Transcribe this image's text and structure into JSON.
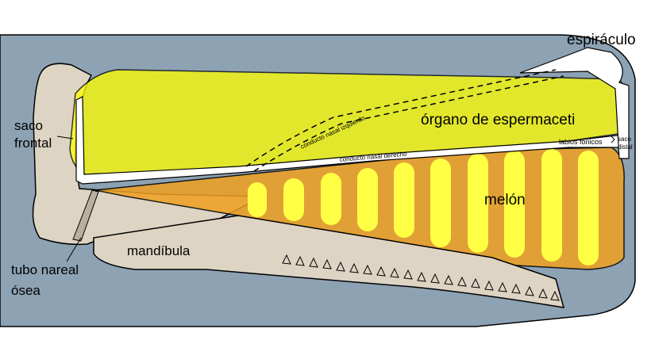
{
  "diagram": {
    "labels": {
      "blowhole": "espiráculo",
      "spermaceti_organ": "órgano de espermaceti",
      "left_nasal_passage": "conducto nasal izquierdo",
      "right_nasal_passage": "conducto nasal derecho",
      "phonic_lips": "labios fónicos",
      "distal_sac_line1": "saco",
      "distal_sac_line2": "distal",
      "frontal_sac_line1": "saco",
      "frontal_sac_line2": "frontal",
      "melon": "melón",
      "mandible": "mandíbula",
      "bony_nares_line1": "tubo nareal",
      "bony_nares_line2": "ósea"
    },
    "colors": {
      "body": "#8da2b3",
      "bone": "#ddd4c3",
      "spermaceti": "#ffff00",
      "melon": "#f0a020",
      "melon_lens": "#ffff44",
      "passage": "#ffffff",
      "outline": "#000000"
    }
  }
}
